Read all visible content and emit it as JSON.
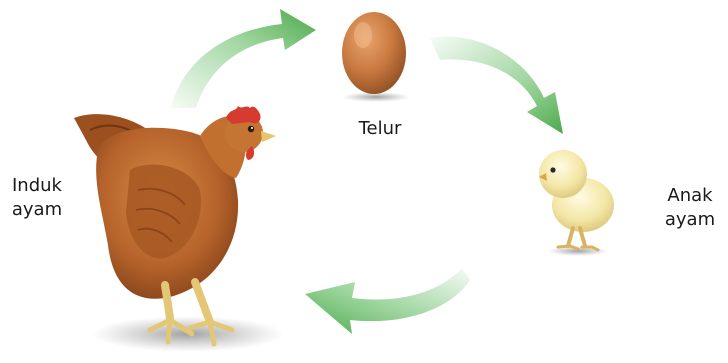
{
  "labels": {
    "egg": "Telur",
    "hen_line1": "Induk",
    "hen_line2": "ayam",
    "chick_line1": "Anak",
    "chick_line2": "ayam"
  },
  "colors": {
    "arrow_green": "#5cb85c",
    "hen_body": "#b4622a",
    "egg_shell": "#c8783f",
    "chick_fluff": "#f4e7a6",
    "comb_red": "#d53b2f",
    "legs_yellow": "#e3c777"
  },
  "icons": [
    "hen-image",
    "egg-image",
    "chick-image",
    "cycle-arrow"
  ]
}
